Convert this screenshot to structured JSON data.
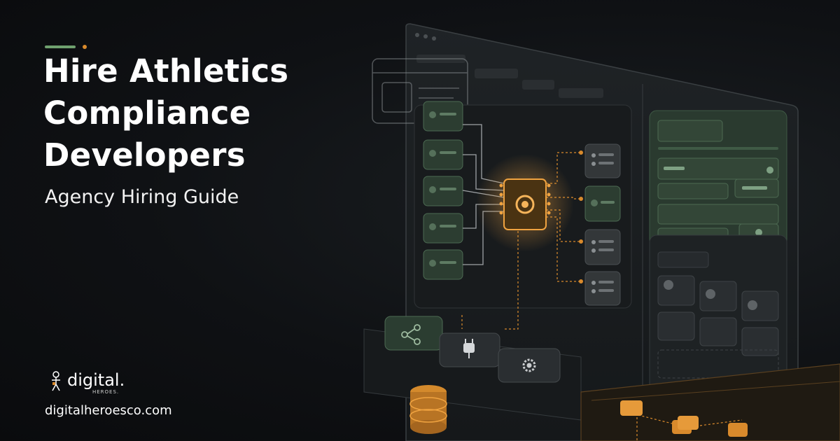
{
  "hero": {
    "title_lines": [
      "Hire Athletics",
      "Compliance",
      "Developers"
    ],
    "subtitle": "Agency Hiring Guide"
  },
  "brand": {
    "logo_word": "digital.",
    "logo_sub": "HEROES.",
    "website": "digitalheroesco.com"
  },
  "colors": {
    "background": "#0f1114",
    "accent_green": "#6fa06e",
    "accent_orange": "#d98a2c",
    "panel_green": "#2c3d31",
    "chip_glow": "#f0a340"
  },
  "illustration_icons": [
    "network-icon",
    "plug-icon",
    "gear-icon",
    "database-icon",
    "processor-chip-icon",
    "browser-window-icon"
  ]
}
